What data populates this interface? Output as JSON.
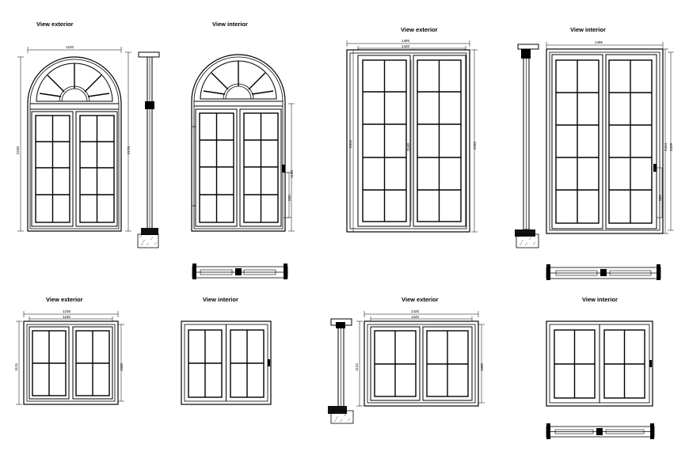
{
  "drawing": {
    "views": [
      {
        "key": "v1",
        "label": "View exterior",
        "dims": [
          "1220",
          "2240",
          "2170"
        ]
      },
      {
        "key": "v2",
        "label": "View interior",
        "dims": [
          "1100",
          "620"
        ]
      },
      {
        "key": "v3",
        "label": "View exterior",
        "dims": [
          "1485",
          "1420",
          "2414",
          "2140",
          "2332"
        ]
      },
      {
        "key": "v4",
        "label": "View interior",
        "dims": [
          "1485",
          "2414",
          "2339",
          "620"
        ]
      },
      {
        "key": "v5",
        "label": "View exterior",
        "dims": [
          "1235",
          "1160",
          "1124",
          "1080"
        ]
      },
      {
        "key": "v6",
        "label": "View interior",
        "dims": []
      },
      {
        "key": "v7",
        "label": "View exterior",
        "dims": [
          "1425",
          "1340",
          "1124",
          "1080"
        ]
      },
      {
        "key": "v8",
        "label": "View interior",
        "dims": []
      }
    ]
  }
}
